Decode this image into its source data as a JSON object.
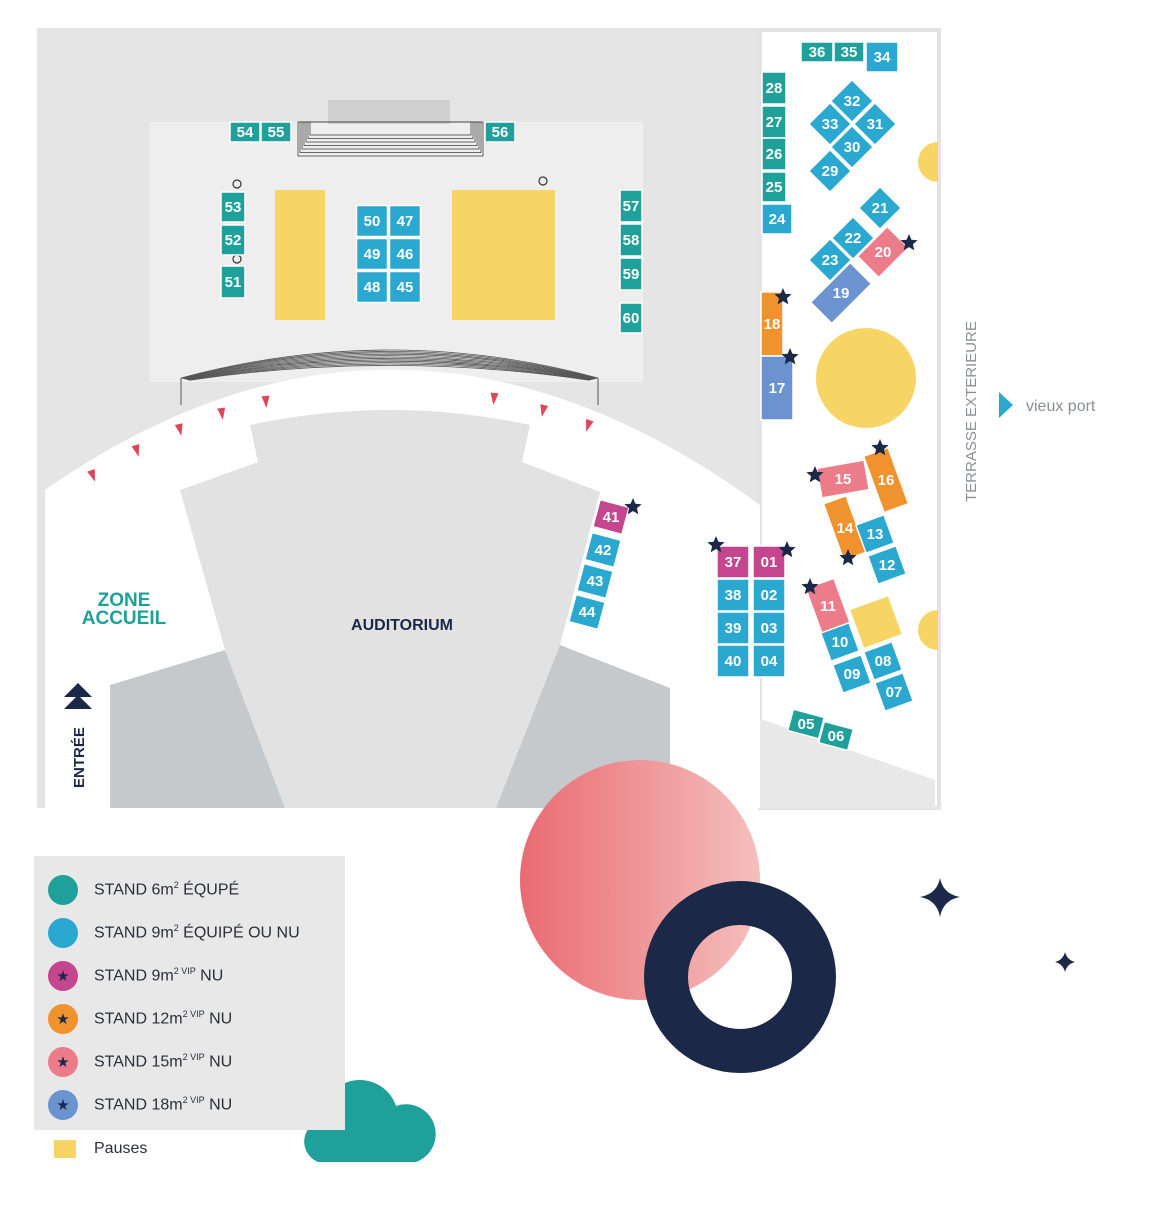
{
  "colors": {
    "stand_6m2": "#1fa09a",
    "stand_9m2": "#2ba8d0",
    "stand_9m2_vip": "#c4468f",
    "stand_12m2_vip": "#f0922e",
    "stand_15m2_vip": "#ec7c8a",
    "stand_18m2_vip": "#6b93cf",
    "pauses": "#f7d564",
    "navy": "#1c2848"
  },
  "labels": {
    "auditorium": "AUDITORIUM",
    "zone_accueil_1": "ZONE",
    "zone_accueil_2": "ACCUEIL",
    "entree": "ENTRÉE",
    "terrasse": "TERRASSE EXTERIEURE",
    "vieux_port": "vieux port"
  },
  "legend": [
    {
      "prefix": "STAND 6m",
      "sup": "2",
      "suffix": " ÉQUPÉ",
      "type": "stand_6m2",
      "star": false
    },
    {
      "prefix": "STAND 9m",
      "sup": "2",
      "suffix": " ÉQUIPÉ OU NU",
      "type": "stand_9m2",
      "star": false
    },
    {
      "prefix": "STAND 9m",
      "sup": "2 VIP",
      "suffix": " NU",
      "type": "stand_9m2_vip",
      "star": true
    },
    {
      "prefix": "STAND 12m",
      "sup": "2 VIP",
      "suffix": " NU",
      "type": "stand_12m2_vip",
      "star": true
    },
    {
      "prefix": "STAND 15m",
      "sup": "2 VIP",
      "suffix": " NU",
      "type": "stand_15m2_vip",
      "star": true
    },
    {
      "prefix": "STAND 18m",
      "sup": "2 VIP",
      "suffix": " NU",
      "type": "stand_18m2_vip",
      "star": true
    }
  ],
  "pauses_label": "Pauses",
  "stands": {
    "s01": {
      "label": "01",
      "type": "stand_9m2_vip"
    },
    "s02": {
      "label": "02",
      "type": "stand_9m2"
    },
    "s03": {
      "label": "03",
      "type": "stand_9m2"
    },
    "s04": {
      "label": "04",
      "type": "stand_9m2"
    },
    "s05": {
      "label": "05",
      "type": "stand_6m2"
    },
    "s06": {
      "label": "06",
      "type": "stand_6m2"
    },
    "s07": {
      "label": "07",
      "type": "stand_9m2"
    },
    "s08": {
      "label": "08",
      "type": "stand_9m2"
    },
    "s09": {
      "label": "09",
      "type": "stand_9m2"
    },
    "s10": {
      "label": "10",
      "type": "stand_9m2"
    },
    "s11": {
      "label": "11",
      "type": "stand_15m2_vip"
    },
    "s12": {
      "label": "12",
      "type": "stand_9m2"
    },
    "s13": {
      "label": "13",
      "type": "stand_9m2"
    },
    "s14": {
      "label": "14",
      "type": "stand_12m2_vip"
    },
    "s15": {
      "label": "15",
      "type": "stand_15m2_vip"
    },
    "s16": {
      "label": "16",
      "type": "stand_12m2_vip"
    },
    "s17": {
      "label": "17",
      "type": "stand_18m2_vip"
    },
    "s18": {
      "label": "18",
      "type": "stand_12m2_vip"
    },
    "s19": {
      "label": "19",
      "type": "stand_18m2_vip"
    },
    "s20": {
      "label": "20",
      "type": "stand_15m2_vip"
    },
    "s21": {
      "label": "21",
      "type": "stand_9m2"
    },
    "s22": {
      "label": "22",
      "type": "stand_9m2"
    },
    "s23": {
      "label": "23",
      "type": "stand_9m2"
    },
    "s24": {
      "label": "24",
      "type": "stand_9m2"
    },
    "s25": {
      "label": "25",
      "type": "stand_6m2"
    },
    "s26": {
      "label": "26",
      "type": "stand_6m2"
    },
    "s27": {
      "label": "27",
      "type": "stand_6m2"
    },
    "s28": {
      "label": "28",
      "type": "stand_6m2"
    },
    "s29": {
      "label": "29",
      "type": "stand_9m2"
    },
    "s30": {
      "label": "30",
      "type": "stand_9m2"
    },
    "s31": {
      "label": "31",
      "type": "stand_9m2"
    },
    "s32": {
      "label": "32",
      "type": "stand_9m2"
    },
    "s33": {
      "label": "33",
      "type": "stand_9m2"
    },
    "s34": {
      "label": "34",
      "type": "stand_9m2"
    },
    "s35": {
      "label": "35",
      "type": "stand_6m2"
    },
    "s36": {
      "label": "36",
      "type": "stand_6m2"
    },
    "s37": {
      "label": "37",
      "type": "stand_9m2_vip"
    },
    "s38": {
      "label": "38",
      "type": "stand_9m2"
    },
    "s39": {
      "label": "39",
      "type": "stand_9m2"
    },
    "s40": {
      "label": "40",
      "type": "stand_9m2"
    },
    "s41": {
      "label": "41",
      "type": "stand_9m2_vip"
    },
    "s42": {
      "label": "42",
      "type": "stand_9m2"
    },
    "s43": {
      "label": "43",
      "type": "stand_9m2"
    },
    "s44": {
      "label": "44",
      "type": "stand_9m2"
    },
    "s45": {
      "label": "45",
      "type": "stand_9m2"
    },
    "s46": {
      "label": "46",
      "type": "stand_9m2"
    },
    "s47": {
      "label": "47",
      "type": "stand_9m2"
    },
    "s48": {
      "label": "48",
      "type": "stand_9m2"
    },
    "s49": {
      "label": "49",
      "type": "stand_9m2"
    },
    "s50": {
      "label": "50",
      "type": "stand_9m2"
    },
    "s51": {
      "label": "51",
      "type": "stand_6m2"
    },
    "s52": {
      "label": "52",
      "type": "stand_6m2"
    },
    "s53": {
      "label": "53",
      "type": "stand_6m2"
    },
    "s54": {
      "label": "54",
      "type": "stand_6m2"
    },
    "s55": {
      "label": "55",
      "type": "stand_6m2"
    },
    "s56": {
      "label": "56",
      "type": "stand_6m2"
    },
    "s57": {
      "label": "57",
      "type": "stand_6m2"
    },
    "s58": {
      "label": "58",
      "type": "stand_6m2"
    },
    "s59": {
      "label": "59",
      "type": "stand_6m2"
    },
    "s60": {
      "label": "60",
      "type": "stand_6m2"
    }
  }
}
